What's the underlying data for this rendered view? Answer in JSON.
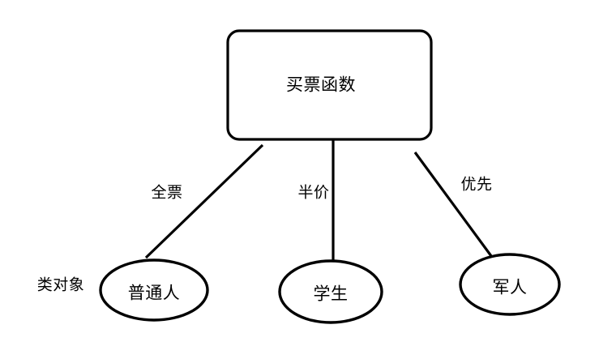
{
  "diagram": {
    "type": "flow-diagram",
    "background_color": "#ffffff",
    "stroke_color": "#000000",
    "text_color": "#000000",
    "root": {
      "id": "buy-ticket-function",
      "label": "买票函数",
      "shape": "rounded-rectangle"
    },
    "side_annotation": {
      "id": "class-object",
      "label": "类对象"
    },
    "edges": [
      {
        "id": "edge-full-fare",
        "label": "全票",
        "from": "buy-ticket-function",
        "to": "ordinary-person"
      },
      {
        "id": "edge-half-price",
        "label": "半价",
        "from": "buy-ticket-function",
        "to": "student"
      },
      {
        "id": "edge-priority",
        "label": "优先",
        "from": "buy-ticket-function",
        "to": "soldier"
      }
    ],
    "leaves": [
      {
        "id": "ordinary-person",
        "label": "普通人",
        "shape": "ellipse"
      },
      {
        "id": "student",
        "label": "学生",
        "shape": "ellipse"
      },
      {
        "id": "soldier",
        "label": "军人",
        "shape": "ellipse"
      }
    ]
  }
}
